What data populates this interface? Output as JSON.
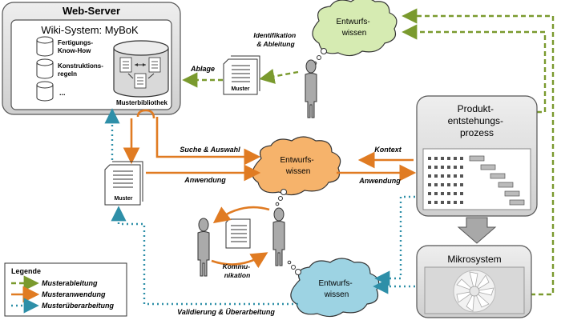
{
  "web_server": {
    "title": "Web-Server",
    "wiki_title": "Wiki-System: MyBoK",
    "databases": [
      {
        "lines": [
          "Fertigungs-",
          "Know-How"
        ]
      },
      {
        "lines": [
          "Konstruktions-",
          "regeln"
        ]
      },
      {
        "lines": [
          "..."
        ]
      }
    ],
    "library_label": "Musterbibliothek"
  },
  "process": {
    "lines": [
      "Produkt-",
      "entstehungs-",
      "prozess"
    ]
  },
  "microsystem": {
    "title": "Mikrosystem"
  },
  "clouds": {
    "top": {
      "lines": [
        "Entwurfs-",
        "wissen"
      ]
    },
    "middle": {
      "lines": [
        "Entwurfs-",
        "wissen"
      ]
    },
    "bottom": {
      "lines": [
        "Entwurfs-",
        "wissen"
      ]
    }
  },
  "documents": {
    "top": "Muster",
    "left": "Muster"
  },
  "labels": {
    "identification": [
      "Identifikation",
      "& Ableitung"
    ],
    "ablage": "Ablage",
    "suche": "Suche & Auswahl",
    "anwendung_left": "Anwendung",
    "kontext": "Kontext",
    "anwendung_right": "Anwendung",
    "kommunikation": [
      "Kommu-",
      "nikation"
    ],
    "validierung": "Validierung & Überarbeitung"
  },
  "legend": {
    "title": "Legende",
    "items": [
      {
        "label": "Musterableitung",
        "color": "#7a9a2e",
        "style": "dashed"
      },
      {
        "label": "Musteranwendung",
        "color": "#e07b22",
        "style": "solid"
      },
      {
        "label": "Musterüberarbeitung",
        "color": "#2e8fa8",
        "style": "dotted"
      }
    ]
  },
  "colors": {
    "green": "#7a9a2e",
    "orange": "#e07b22",
    "blue": "#2e8fa8",
    "cloud_green": "#d6ebb2",
    "cloud_orange": "#f6b36b",
    "cloud_blue": "#9dd3e3",
    "box_gray": "#dcdcdc"
  }
}
